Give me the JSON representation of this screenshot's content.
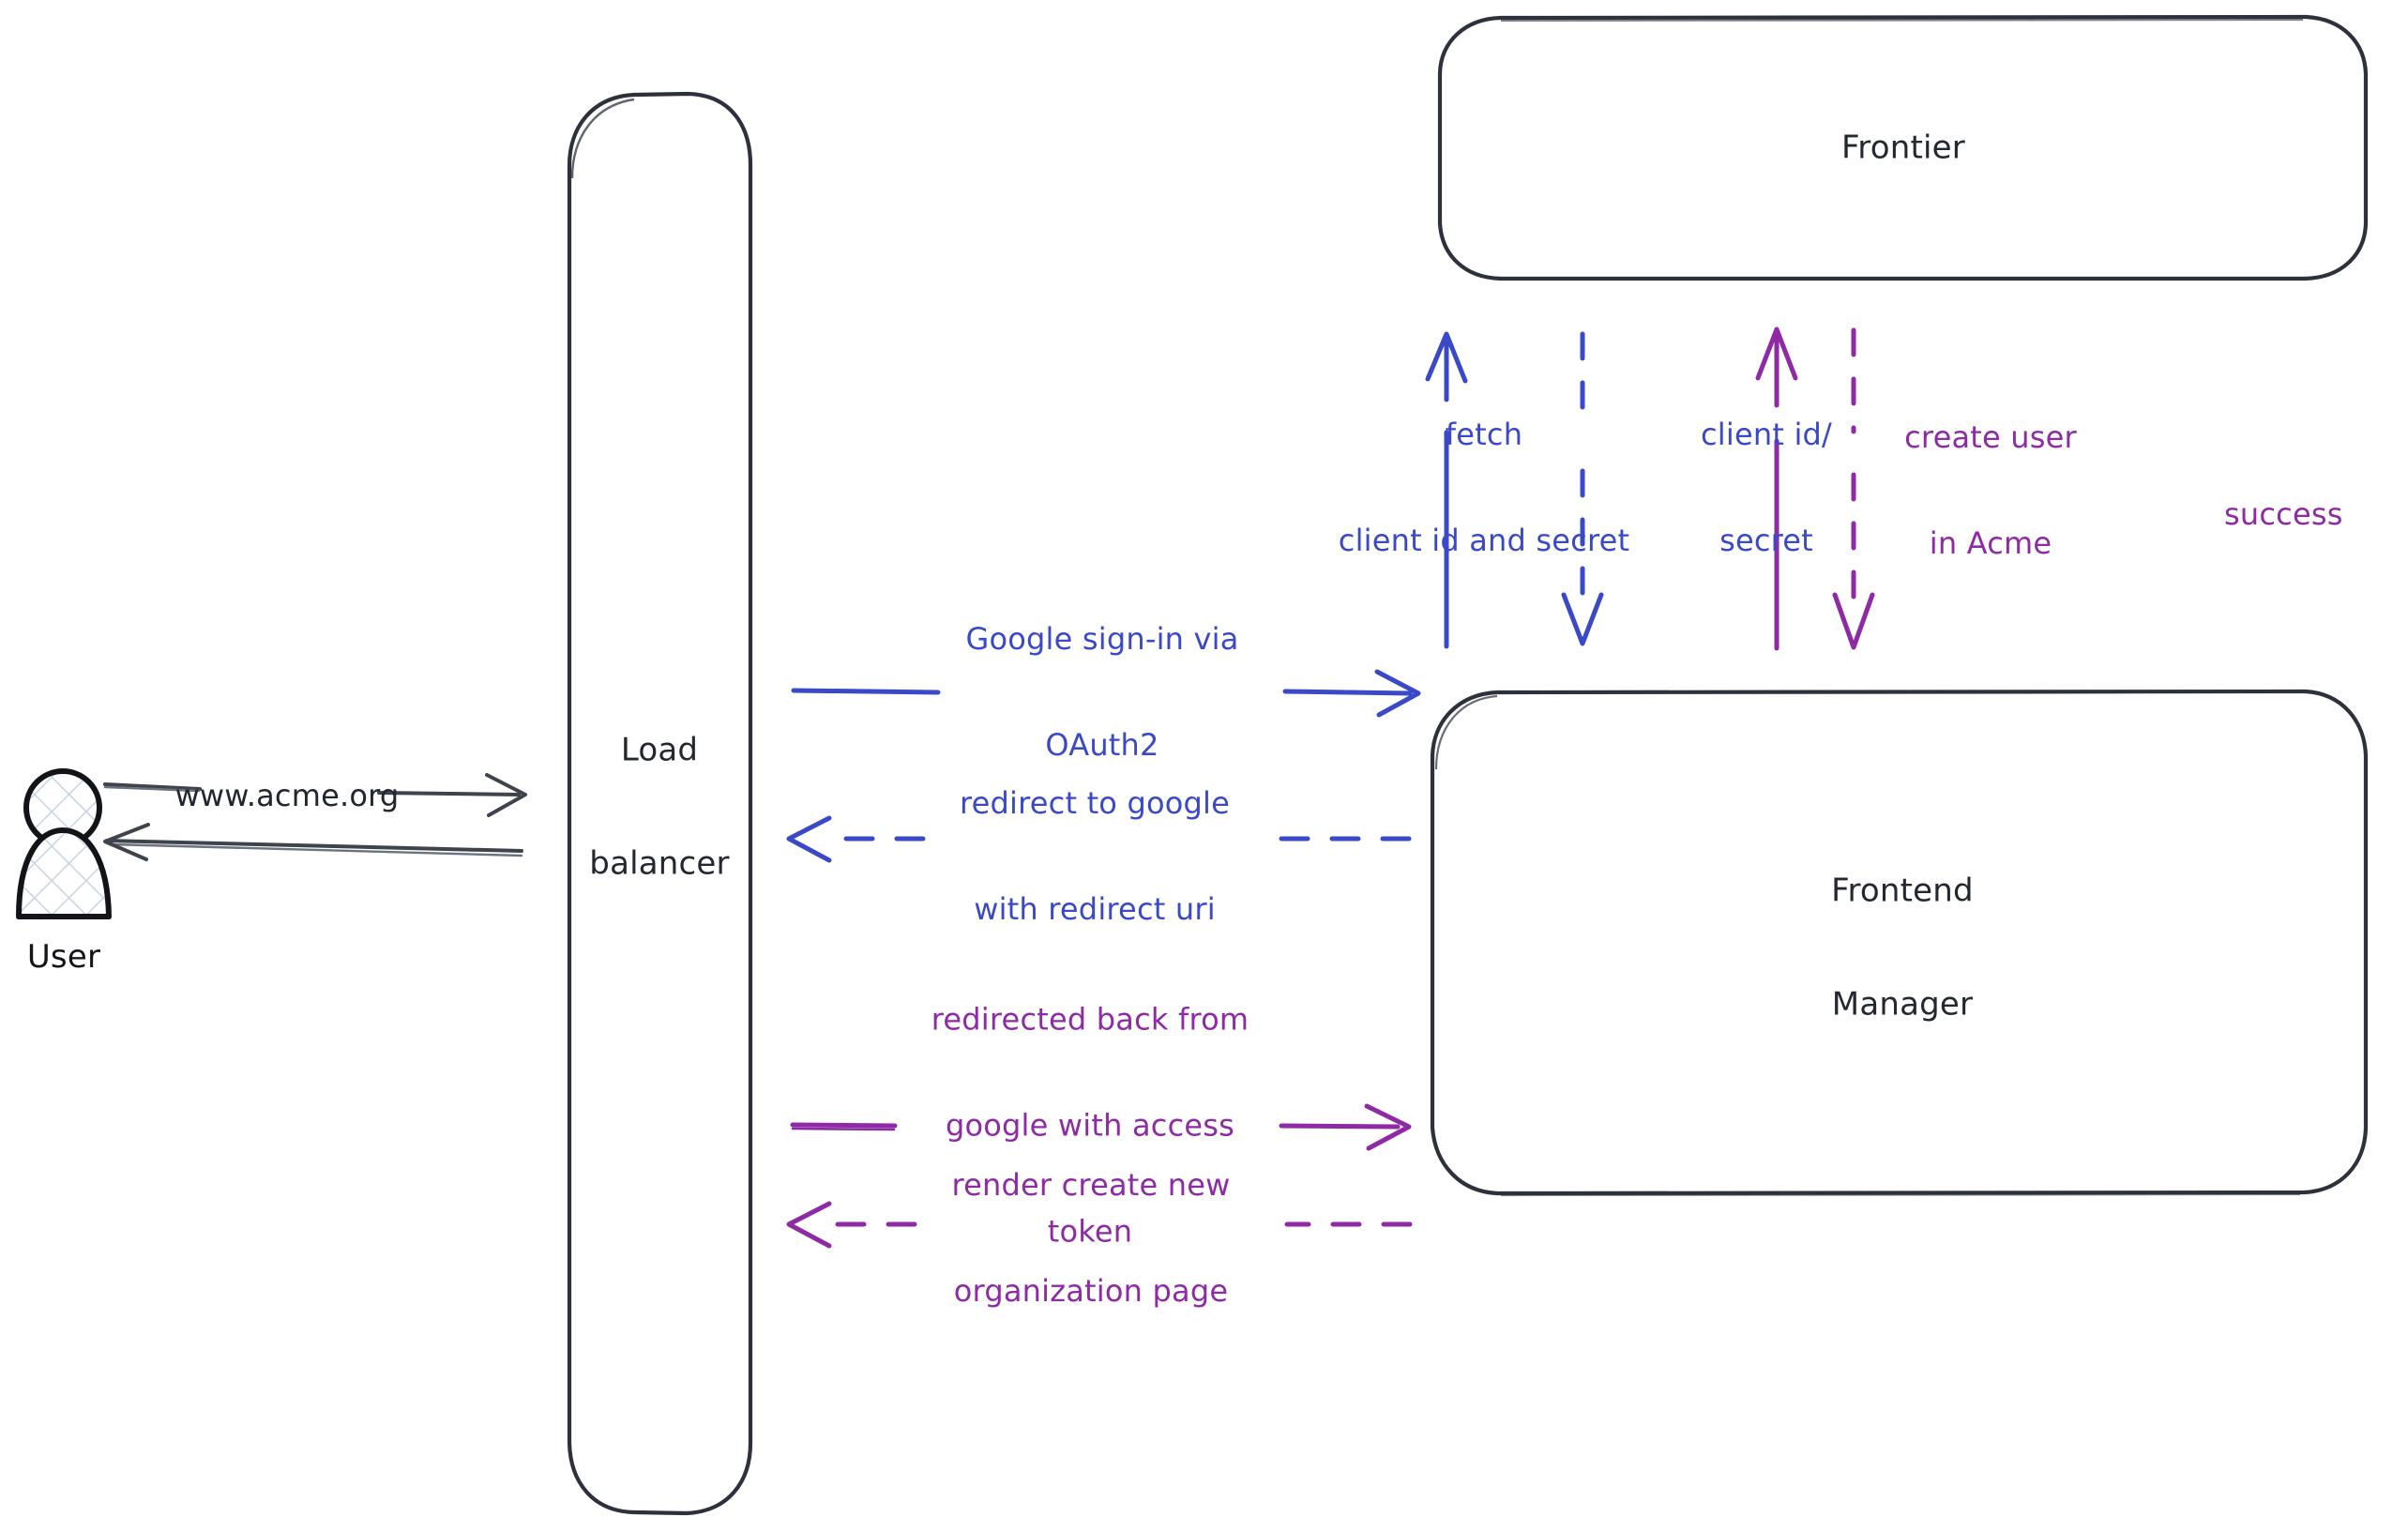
{
  "diagram": {
    "title": "Google OAuth2 sign-in sequence",
    "background": "#ffffff",
    "colors": {
      "stroke_dark": "#232730",
      "blue": "#3a49c8",
      "purple": "#8e2aa5",
      "actor_fill_hatch": "#cfd8e3"
    }
  },
  "actors": [
    {
      "id": "user",
      "icon": "user-person-icon",
      "label": "User"
    }
  ],
  "nodes": [
    {
      "id": "load-balancer",
      "label": "Load\nbalancer",
      "line1": "Load",
      "line2": "balancer"
    },
    {
      "id": "frontier",
      "label": "Frontier",
      "line1": "Frontier",
      "line2": ""
    },
    {
      "id": "frontend-manager",
      "label": "Frontend\nManager",
      "line1": "Frontend",
      "line2": "Manager"
    }
  ],
  "edges": [
    {
      "id": "user-to-lb",
      "label": "www.acme.org",
      "color": "#222630",
      "style": "solid",
      "direction": "right",
      "from": "user",
      "to": "load-balancer"
    },
    {
      "id": "lb-to-user",
      "label": "",
      "color": "#222630",
      "style": "solid",
      "direction": "left",
      "from": "load-balancer",
      "to": "user"
    },
    {
      "id": "lb-to-fm-signin",
      "label": "Google sign-in via\nOAuth2",
      "line1": "Google sign-in via",
      "line2": "OAuth2",
      "color": "#3a49c8",
      "style": "solid",
      "direction": "right",
      "from": "load-balancer",
      "to": "frontend-manager"
    },
    {
      "id": "fm-to-lb-redirect",
      "label": "redirect to google\nwith redirect uri",
      "line1": "redirect to google",
      "line2": "with redirect uri",
      "color": "#3a49c8",
      "style": "dashed",
      "direction": "left",
      "from": "frontend-manager",
      "to": "load-balancer"
    },
    {
      "id": "lb-to-fm-callback",
      "label": "redirected back from\ngoogle with access\ntoken",
      "line1": "redirected back from",
      "line2": "google with access",
      "line3": "token",
      "color": "#8e2aa5",
      "style": "solid",
      "direction": "right",
      "from": "load-balancer",
      "to": "frontend-manager"
    },
    {
      "id": "fm-to-lb-render",
      "label": "render create new\norganization page",
      "line1": "render create new",
      "line2": "organization page",
      "color": "#8e2aa5",
      "style": "dashed",
      "direction": "left",
      "from": "frontend-manager",
      "to": "load-balancer"
    },
    {
      "id": "fm-to-frontier-fetch",
      "label": "fetch\nclient id and secret",
      "line1": "fetch",
      "line2": "client id and secret",
      "color": "#3a49c8",
      "style": "solid",
      "direction": "up",
      "from": "frontend-manager",
      "to": "frontier"
    },
    {
      "id": "frontier-to-fm-creds",
      "label": "client id/\nsecret",
      "line1": "client id/",
      "line2": "secret",
      "color": "#3a49c8",
      "style": "dashed",
      "direction": "down",
      "from": "frontier",
      "to": "frontend-manager"
    },
    {
      "id": "fm-to-frontier-createuser",
      "label": "create user\nin Acme",
      "line1": "create user",
      "line2": "in Acme",
      "color": "#8e2aa5",
      "style": "solid",
      "direction": "up",
      "from": "frontend-manager",
      "to": "frontier"
    },
    {
      "id": "frontier-to-fm-success",
      "label": "success",
      "line1": "success",
      "line2": "",
      "color": "#8e2aa5",
      "style": "dashed",
      "direction": "down",
      "from": "frontier",
      "to": "frontend-manager"
    }
  ]
}
